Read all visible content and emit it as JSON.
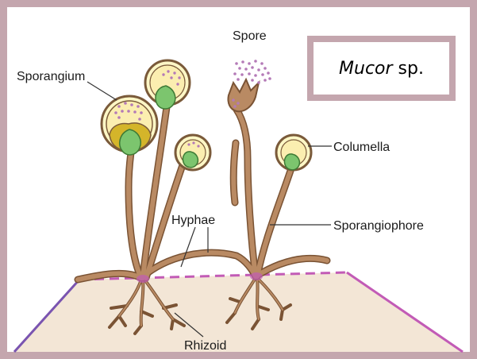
{
  "title": {
    "genus": "Mucor",
    "suffix": "sp."
  },
  "labels": {
    "spore": "Spore",
    "sporangium": "Sporangium",
    "columella": "Columella",
    "hyphae": "Hyphae",
    "sporangiophore": "Sporangiophore",
    "rhizoid": "Rhizoid"
  },
  "colors": {
    "frame": "#c4a6ae",
    "hyphae": "#b98a63",
    "hyphae_outline": "#7a5334",
    "sporangium_fill": "#fdf7c6",
    "sporangium_outline": "#7a5a3a",
    "columella": "#7cc56e",
    "spores": "#b47ab7",
    "substrate": "#f3e6d6",
    "substrate_edge": "#c25bb6"
  }
}
